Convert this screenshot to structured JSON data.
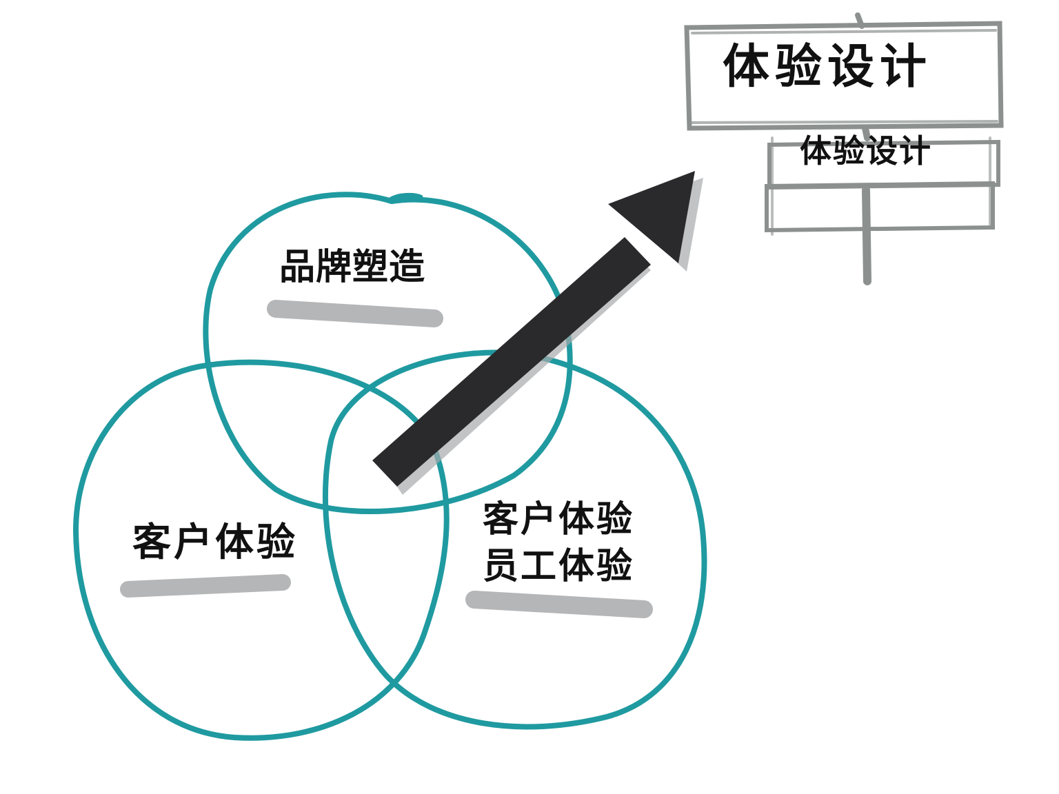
{
  "diagram": {
    "circles": [
      {
        "id": "top",
        "label": "品牌塑造"
      },
      {
        "id": "left",
        "label": "客户体验"
      },
      {
        "id": "right",
        "labels": [
          "客户体验",
          "员工体验"
        ]
      }
    ],
    "signpost": {
      "title": "体验设计",
      "subtitle": "体验设计"
    },
    "colors": {
      "circle_stroke": "#1f9aa0",
      "arrow_fill": "#2a2a2c",
      "underline": "#b4b6b8",
      "signpost": "#8c918f",
      "text": "#111111"
    }
  }
}
